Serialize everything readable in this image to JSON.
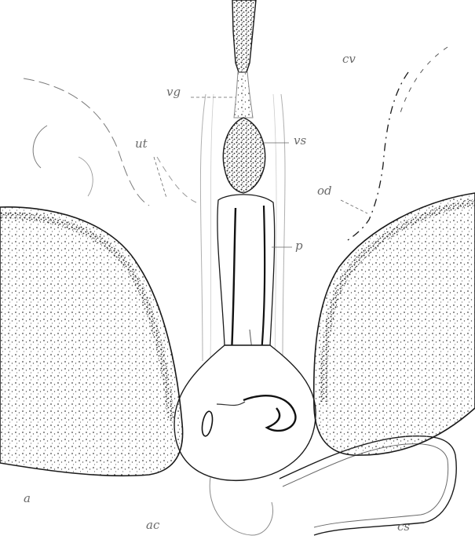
{
  "figure": {
    "labels": {
      "vg": "vg",
      "ut": "ut",
      "vs": "vs",
      "od": "od",
      "cv": "cv",
      "p": "p",
      "a": "a",
      "ac": "ac",
      "cs": "cs"
    },
    "colors": {
      "ink": "#1a1a1a",
      "faint_ink": "#8a8a8a",
      "stipple": "#3a3a3a",
      "paper": "#ffffff"
    }
  }
}
